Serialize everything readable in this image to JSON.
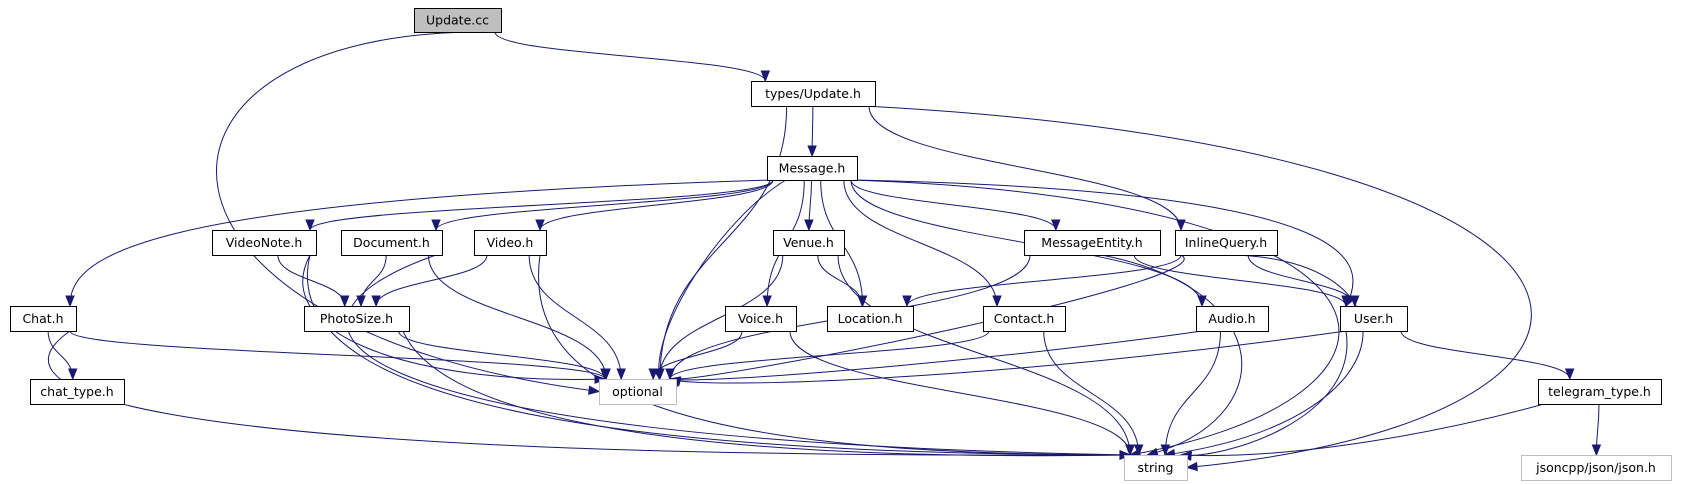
{
  "graph": {
    "colors": {
      "edge": "#191970",
      "root_fill": "#bfbfbf",
      "node_fill": "#ffffff",
      "node_border": "#000000",
      "external_border": "#bfbfbf"
    },
    "nodes": [
      {
        "id": "update_cc",
        "label": "Update.cc",
        "kind": "root"
      },
      {
        "id": "types_update_h",
        "label": "types/Update.h",
        "kind": "local"
      },
      {
        "id": "message_h",
        "label": "Message.h",
        "kind": "local"
      },
      {
        "id": "videonote_h",
        "label": "VideoNote.h",
        "kind": "local"
      },
      {
        "id": "document_h",
        "label": "Document.h",
        "kind": "local"
      },
      {
        "id": "video_h",
        "label": "Video.h",
        "kind": "local"
      },
      {
        "id": "venue_h",
        "label": "Venue.h",
        "kind": "local"
      },
      {
        "id": "messageentity_h",
        "label": "MessageEntity.h",
        "kind": "local"
      },
      {
        "id": "inlinequery_h",
        "label": "InlineQuery.h",
        "kind": "local"
      },
      {
        "id": "chat_h",
        "label": "Chat.h",
        "kind": "local"
      },
      {
        "id": "photosize_h",
        "label": "PhotoSize.h",
        "kind": "local"
      },
      {
        "id": "voice_h",
        "label": "Voice.h",
        "kind": "local"
      },
      {
        "id": "location_h",
        "label": "Location.h",
        "kind": "local"
      },
      {
        "id": "contact_h",
        "label": "Contact.h",
        "kind": "local"
      },
      {
        "id": "audio_h",
        "label": "Audio.h",
        "kind": "local"
      },
      {
        "id": "user_h",
        "label": "User.h",
        "kind": "local"
      },
      {
        "id": "chat_type_h",
        "label": "chat_type.h",
        "kind": "local"
      },
      {
        "id": "optional",
        "label": "optional",
        "kind": "external"
      },
      {
        "id": "telegram_type_h",
        "label": "telegram_type.h",
        "kind": "local"
      },
      {
        "id": "string",
        "label": "string",
        "kind": "external"
      },
      {
        "id": "jsoncpp_json_h",
        "label": "jsoncpp/json/json.h",
        "kind": "external"
      }
    ],
    "edges": [
      {
        "from": "update_cc",
        "to": "types_update_h"
      },
      {
        "from": "update_cc",
        "to": "optional"
      },
      {
        "from": "types_update_h",
        "to": "message_h"
      },
      {
        "from": "types_update_h",
        "to": "optional"
      },
      {
        "from": "types_update_h",
        "to": "inlinequery_h"
      },
      {
        "from": "types_update_h",
        "to": "string"
      },
      {
        "from": "message_h",
        "to": "videonote_h"
      },
      {
        "from": "message_h",
        "to": "document_h"
      },
      {
        "from": "message_h",
        "to": "video_h"
      },
      {
        "from": "message_h",
        "to": "venue_h"
      },
      {
        "from": "message_h",
        "to": "messageentity_h"
      },
      {
        "from": "message_h",
        "to": "chat_h"
      },
      {
        "from": "message_h",
        "to": "voice_h"
      },
      {
        "from": "message_h",
        "to": "location_h"
      },
      {
        "from": "message_h",
        "to": "contact_h"
      },
      {
        "from": "message_h",
        "to": "audio_h"
      },
      {
        "from": "message_h",
        "to": "user_h"
      },
      {
        "from": "message_h",
        "to": "optional"
      },
      {
        "from": "message_h",
        "to": "string"
      },
      {
        "from": "videonote_h",
        "to": "photosize_h"
      },
      {
        "from": "videonote_h",
        "to": "optional"
      },
      {
        "from": "videonote_h",
        "to": "string"
      },
      {
        "from": "document_h",
        "to": "photosize_h"
      },
      {
        "from": "document_h",
        "to": "optional"
      },
      {
        "from": "document_h",
        "to": "string"
      },
      {
        "from": "video_h",
        "to": "photosize_h"
      },
      {
        "from": "video_h",
        "to": "optional"
      },
      {
        "from": "video_h",
        "to": "string"
      },
      {
        "from": "venue_h",
        "to": "location_h"
      },
      {
        "from": "venue_h",
        "to": "optional"
      },
      {
        "from": "venue_h",
        "to": "string"
      },
      {
        "from": "messageentity_h",
        "to": "user_h"
      },
      {
        "from": "messageentity_h",
        "to": "optional"
      },
      {
        "from": "messageentity_h",
        "to": "string"
      },
      {
        "from": "inlinequery_h",
        "to": "user_h"
      },
      {
        "from": "inlinequery_h",
        "to": "location_h"
      },
      {
        "from": "inlinequery_h",
        "to": "optional"
      },
      {
        "from": "inlinequery_h",
        "to": "string"
      },
      {
        "from": "chat_h",
        "to": "chat_type_h"
      },
      {
        "from": "chat_h",
        "to": "optional"
      },
      {
        "from": "chat_h",
        "to": "string"
      },
      {
        "from": "photosize_h",
        "to": "optional"
      },
      {
        "from": "photosize_h",
        "to": "string"
      },
      {
        "from": "voice_h",
        "to": "optional"
      },
      {
        "from": "voice_h",
        "to": "string"
      },
      {
        "from": "contact_h",
        "to": "optional"
      },
      {
        "from": "contact_h",
        "to": "string"
      },
      {
        "from": "audio_h",
        "to": "optional"
      },
      {
        "from": "audio_h",
        "to": "string"
      },
      {
        "from": "user_h",
        "to": "telegram_type_h"
      },
      {
        "from": "user_h",
        "to": "optional"
      },
      {
        "from": "user_h",
        "to": "string"
      },
      {
        "from": "telegram_type_h",
        "to": "string"
      },
      {
        "from": "telegram_type_h",
        "to": "jsoncpp_json_h"
      }
    ]
  }
}
